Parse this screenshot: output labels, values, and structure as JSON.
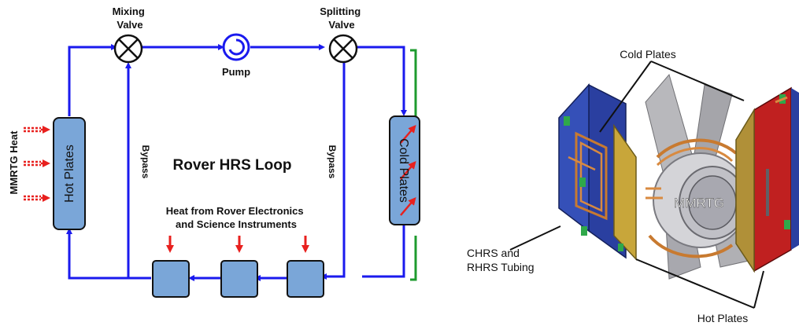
{
  "diagram": {
    "title": "Rover HRS Loop",
    "mixing_valve": [
      "Mixing",
      "Valve"
    ],
    "splitting_valve": [
      "Splitting",
      "Valve"
    ],
    "pump": "Pump",
    "hot_plates": "Hot Plates",
    "cold_plates": "Cold Plates",
    "mmrtg_heat": "MMRTG Heat",
    "bypass_left": "Bypass",
    "bypass_right": "Bypass",
    "heat_source": [
      "Heat from Rover Electronics",
      "and Science Instruments"
    ]
  },
  "illustration": {
    "cold_plates": "Cold Plates",
    "mmrtg": "MMRTG",
    "tubing": [
      "CHRS and",
      "RHRS Tubing"
    ],
    "hot_plates": "Hot Plates"
  },
  "colors": {
    "pipe": "#1a1aee",
    "box_fill": "#7aa6d8",
    "heat_arrow": "#e8201e",
    "green_pipe": "#1e9b2e"
  }
}
